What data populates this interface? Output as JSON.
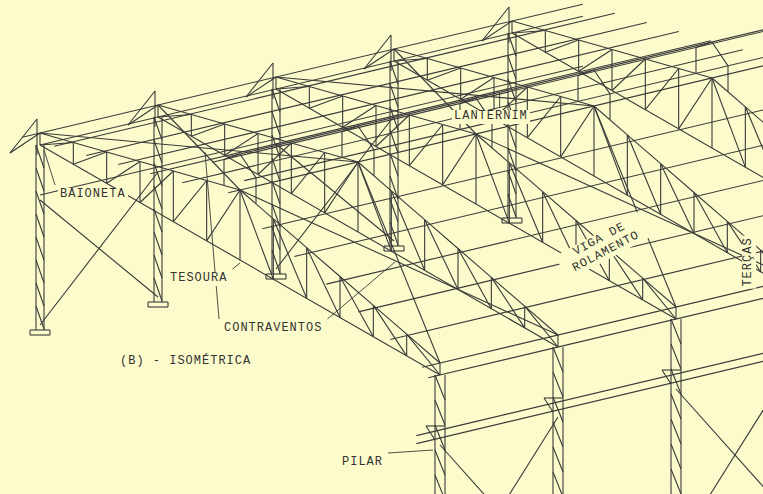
{
  "diagram": {
    "caption": "(B) - ISOMÉTRICA",
    "labels": [
      "LANTERNIM",
      "BAIONETA",
      "VIGA DE ROLAMENTO",
      "TERÇAS",
      "TESOURA",
      "CONTRAVENTOS",
      "PILAR"
    ]
  }
}
